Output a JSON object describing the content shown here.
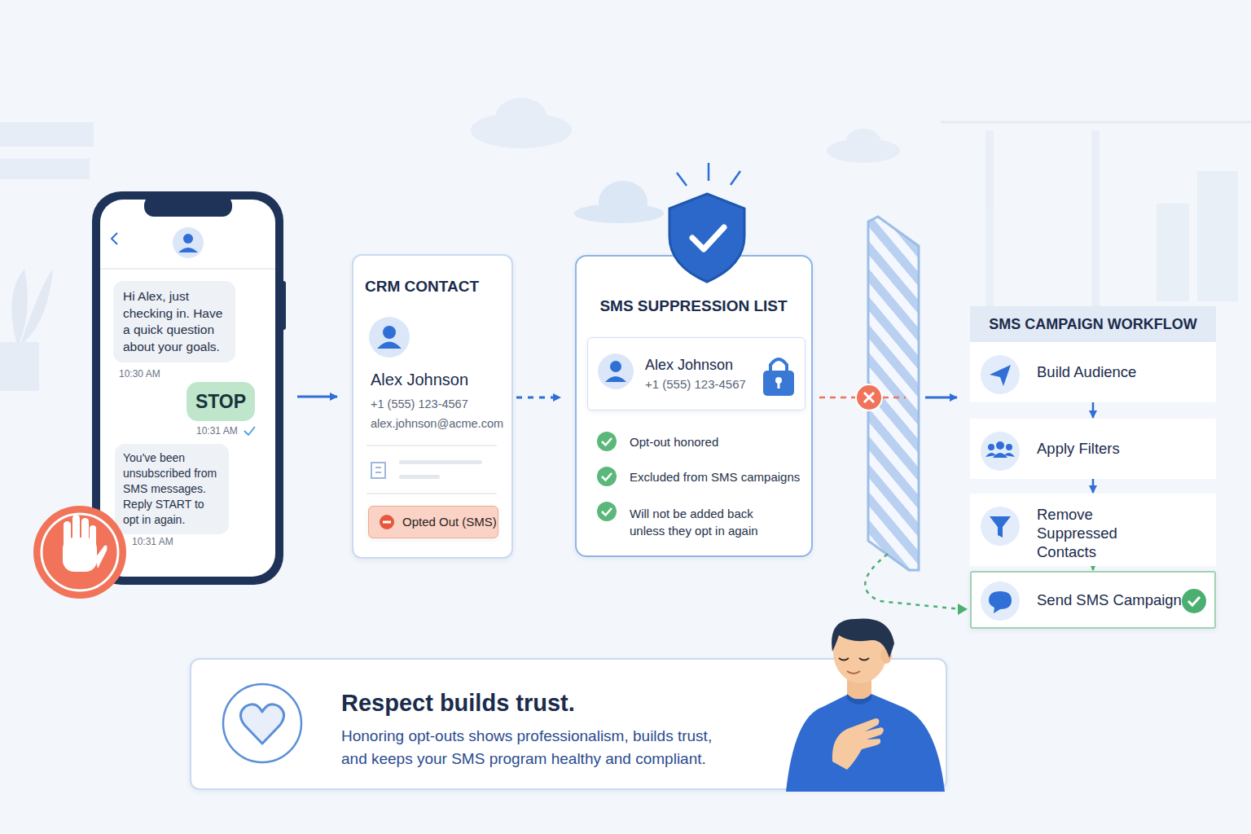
{
  "diagram": {
    "nodes": [
      {
        "text": [
          "Hi Alex, just checking in. Have a quick question about your goals."
        ]
      },
      {
        "text": [
          "STOP"
        ]
      },
      {
        "text": [
          "You've been unsubscribed from SMS messages. Reply START to opt in again."
        ]
      },
      {
        "text": [
          "CRM CONTACT",
          "Alex Johnson",
          "+1 (555) 123-4567",
          "alex.johnson@acme.com"
        ]
      },
      {
        "text": [
          "Opted Out (SMS)"
        ],
        "in": 3
      },
      {
        "text": [
          "SMS SUPPRESSION LIST",
          "Opt-out honored",
          "Excluded from SMS campaigns",
          "Will not be added back unless they opt in again"
        ]
      },
      {
        "text": [
          "Alex Johnson",
          "+1 (555) 123-4567"
        ],
        "in": 5
      },
      {
        "text": [
          "SMS CAMPAIGN WORKFLOW"
        ]
      },
      {
        "text": [
          "Build Audience"
        ],
        "in": 7
      },
      {
        "text": [
          "Apply Filters"
        ],
        "in": 7
      },
      {
        "text": [
          "Remove Suppressed Contacts"
        ],
        "in": 7
      },
      {
        "text": [
          "Send SMS Campaign"
        ],
        "in": 7
      },
      {
        "text": [
          "Respect builds trust.",
          "Honoring opt-outs shows professionalism, builds trust, and keeps your SMS program healthy and compliant."
        ]
      }
    ],
    "edges": [
      {
        "from": 1,
        "to": 3,
        "arrow": "to"
      },
      {
        "from": 3,
        "to": 5,
        "arrow": "to"
      },
      {
        "from": 5,
        "to": 7,
        "arrow": "to"
      },
      {
        "from": 8,
        "to": 9,
        "arrow": "to"
      },
      {
        "from": 9,
        "to": 10,
        "arrow": "to"
      },
      {
        "from": 10,
        "to": 11,
        "arrow": "to"
      }
    ],
    "labels": [
      "10:30 AM",
      "10:31 AM",
      "10:31 AM"
    ]
  }
}
